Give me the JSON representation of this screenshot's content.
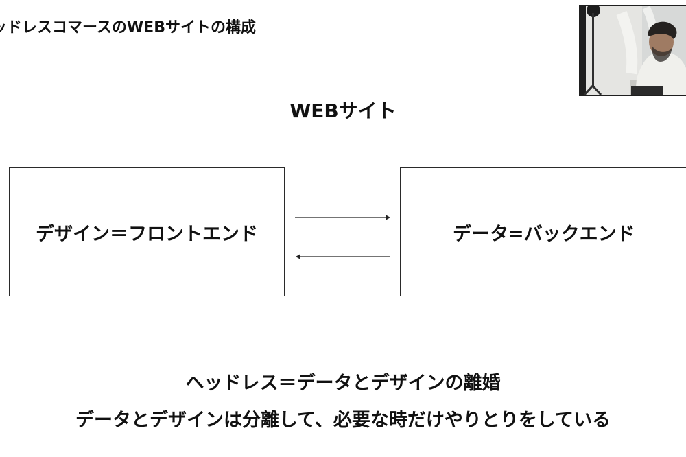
{
  "slide": {
    "header_title": "ッドレスコマースのWEBサイトの構成",
    "section_title": "WEBサイト",
    "left_box_label": "デザイン＝フロントエンド",
    "right_box_label": "データ=バックエンド",
    "summary_line_1": "ヘッドレス＝データとデザインの離婚",
    "summary_line_2": "データとデザインは分離して、必要な時だけやりとりをしている"
  },
  "icons": {
    "arrow_right": "arrow-right-icon",
    "arrow_left": "arrow-left-icon"
  },
  "colors": {
    "text": "#111111",
    "rule": "#9a9a9a",
    "box_border": "#2a2a2a",
    "background": "#ffffff"
  }
}
